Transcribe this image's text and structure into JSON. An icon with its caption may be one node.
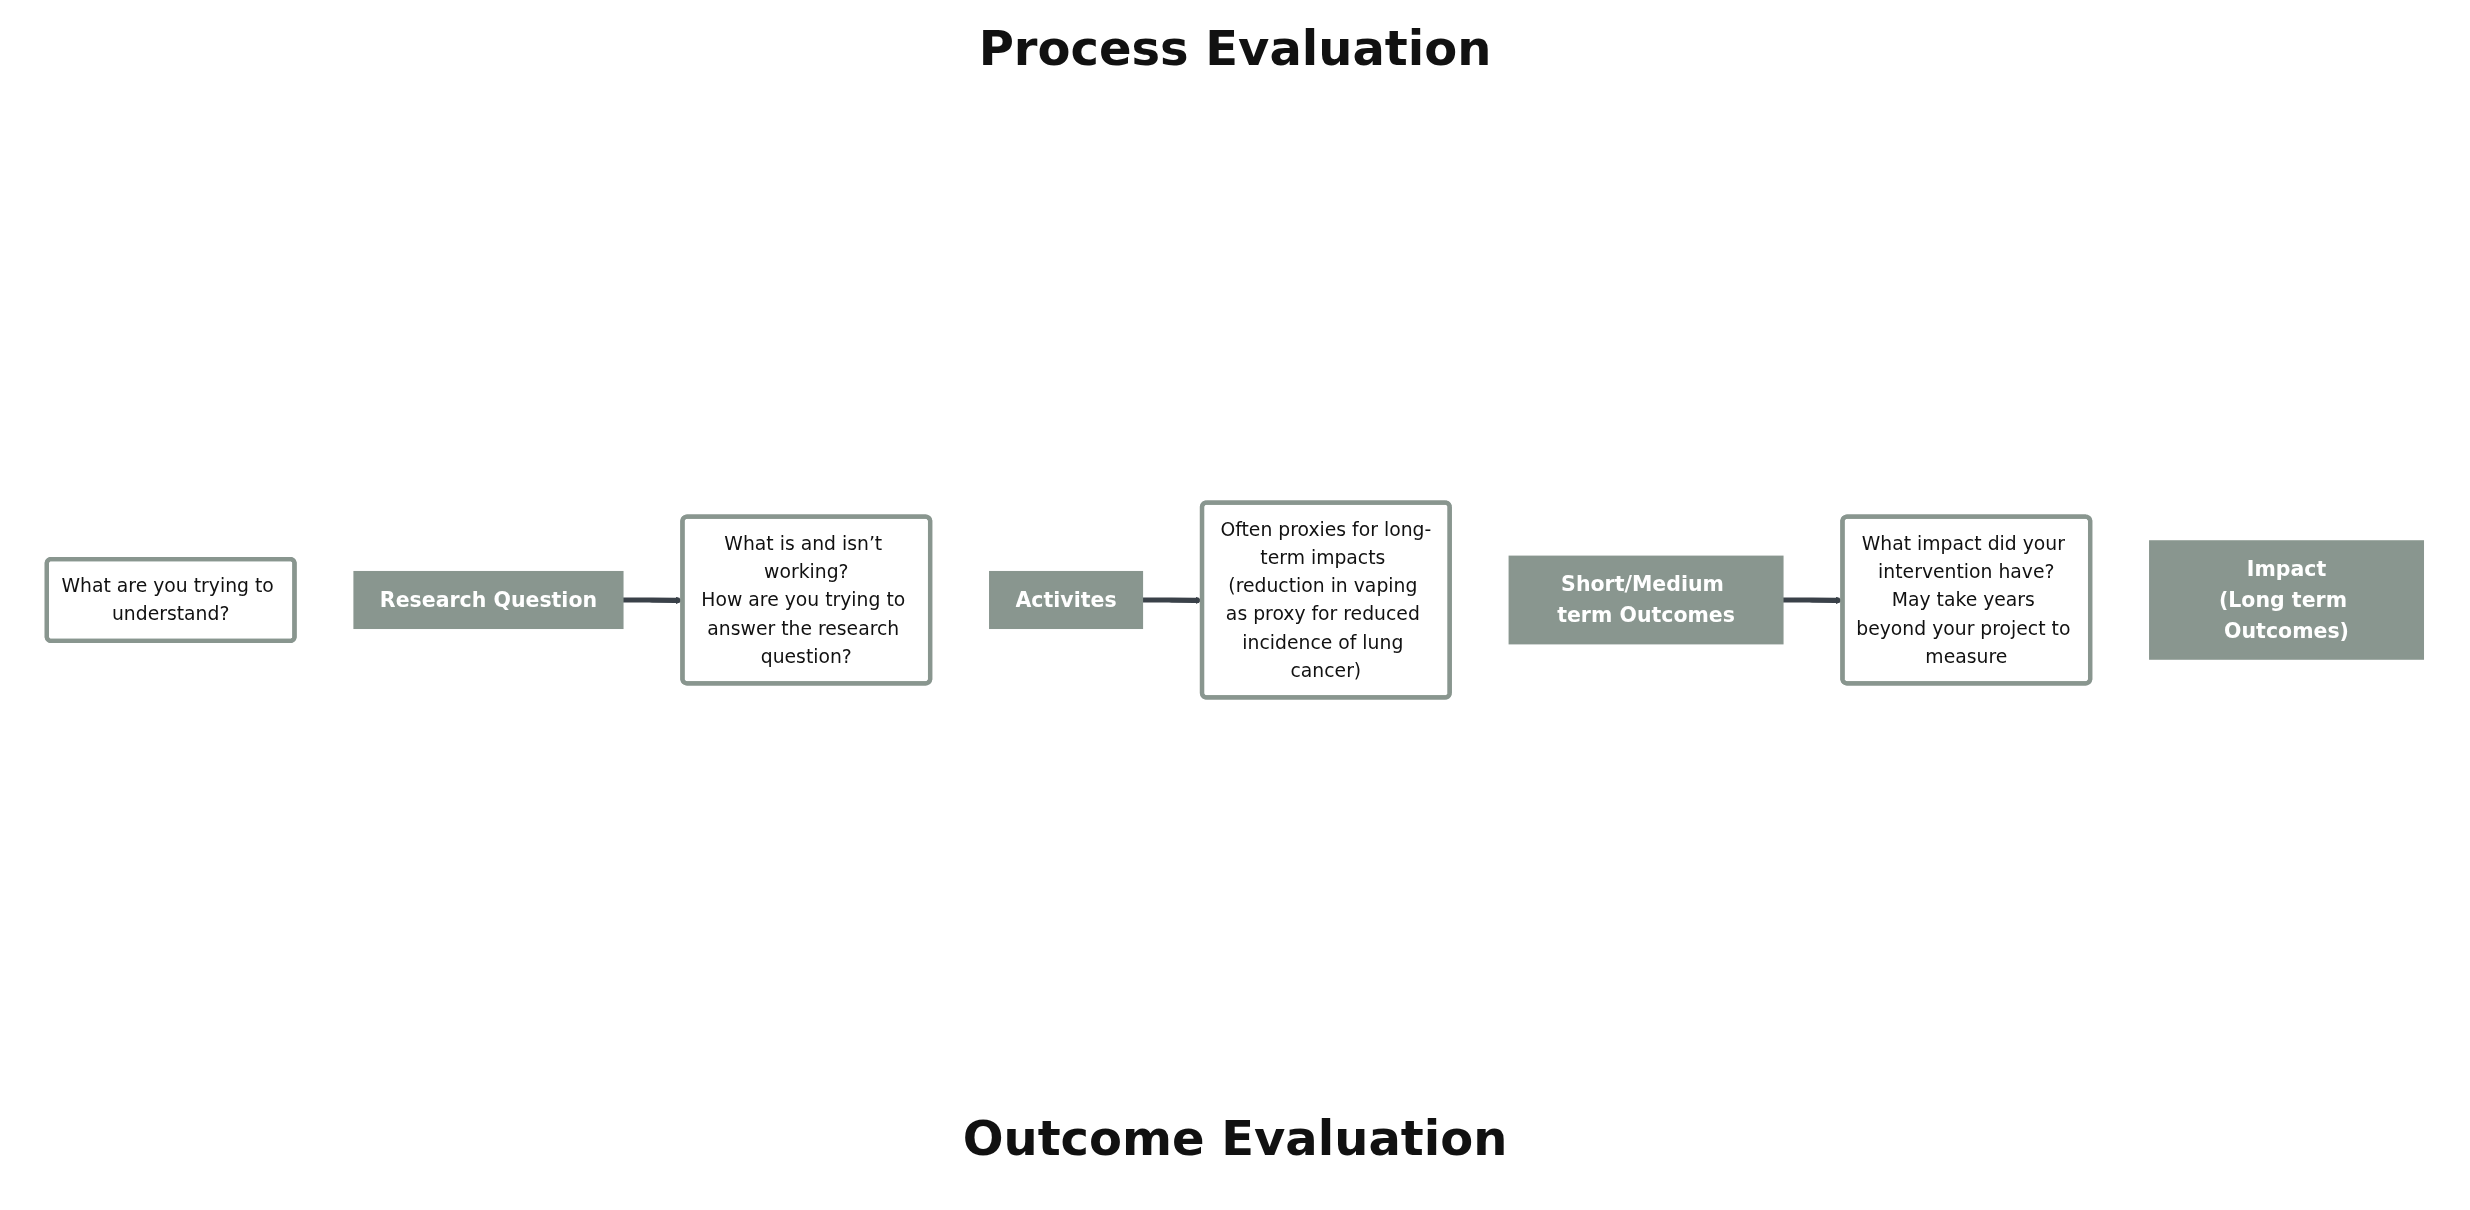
{
  "diagram": {
    "nodes": [
      {
        "text": [
          "What are you trying to understand?"
        ]
      },
      {
        "text": [
          "Research Question"
        ]
      },
      {
        "text": [
          "What is and isn’t working?",
          "How are you trying to answer the research question?"
        ]
      },
      {
        "text": [
          "Activites"
        ]
      },
      {
        "text": [
          "Often proxies for long-term impacts (reduction in vaping as proxy for reduced incidence of lung cancer)"
        ]
      },
      {
        "text": [
          "Short/Medium term Outcomes"
        ]
      },
      {
        "text": [
          "What impact did your intervention have?",
          "May take years beyond your project to measure"
        ]
      },
      {
        "text": [
          "Impact",
          "(Long term Outcomes)"
        ]
      }
    ],
    "edges": [
      {
        "from": 1,
        "to": 2,
        "arrow": "to"
      },
      {
        "from": 3,
        "to": 4,
        "arrow": "to"
      },
      {
        "from": 5,
        "to": 6,
        "arrow": "to"
      }
    ],
    "labels": [
      "Process Evaluation",
      "Outcome Evaluation"
    ]
  }
}
